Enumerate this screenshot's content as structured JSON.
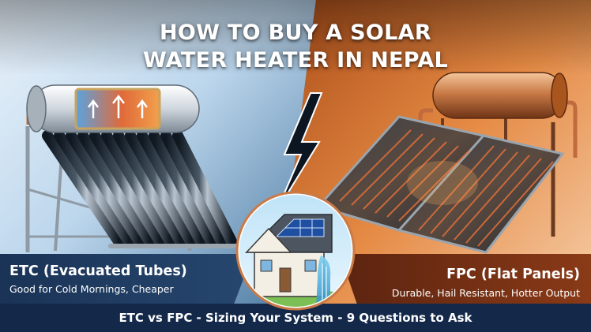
{
  "title": {
    "line1": "HOW TO BUY A SOLAR",
    "line2": "WATER HEATER IN NEPAL"
  },
  "left": {
    "heading": "ETC (Evacuated Tubes)",
    "subheading": "Good for Cold Mornings, Cheaper"
  },
  "right": {
    "heading": "FPC (Flat Panels)",
    "subheading": "Durable, Hail Resistant, Hotter Output"
  },
  "footer": {
    "text": "ETC vs FPC - Sizing Your System - 9 Questions to Ask"
  },
  "colors": {
    "left_background": "#cfe2f2",
    "right_background": "#d9772e",
    "left_banner": "#1b3558",
    "right_banner": "#7a3214",
    "footer_band": "#14294a",
    "copper_pipe": "#c06a3d"
  },
  "illustrations": {
    "left": "evacuated-tube-solar-water-heater",
    "center": "house-with-solar-panels-and-waterfall",
    "right": "flat-plate-solar-water-heater",
    "divider": "lightning-bolt"
  }
}
